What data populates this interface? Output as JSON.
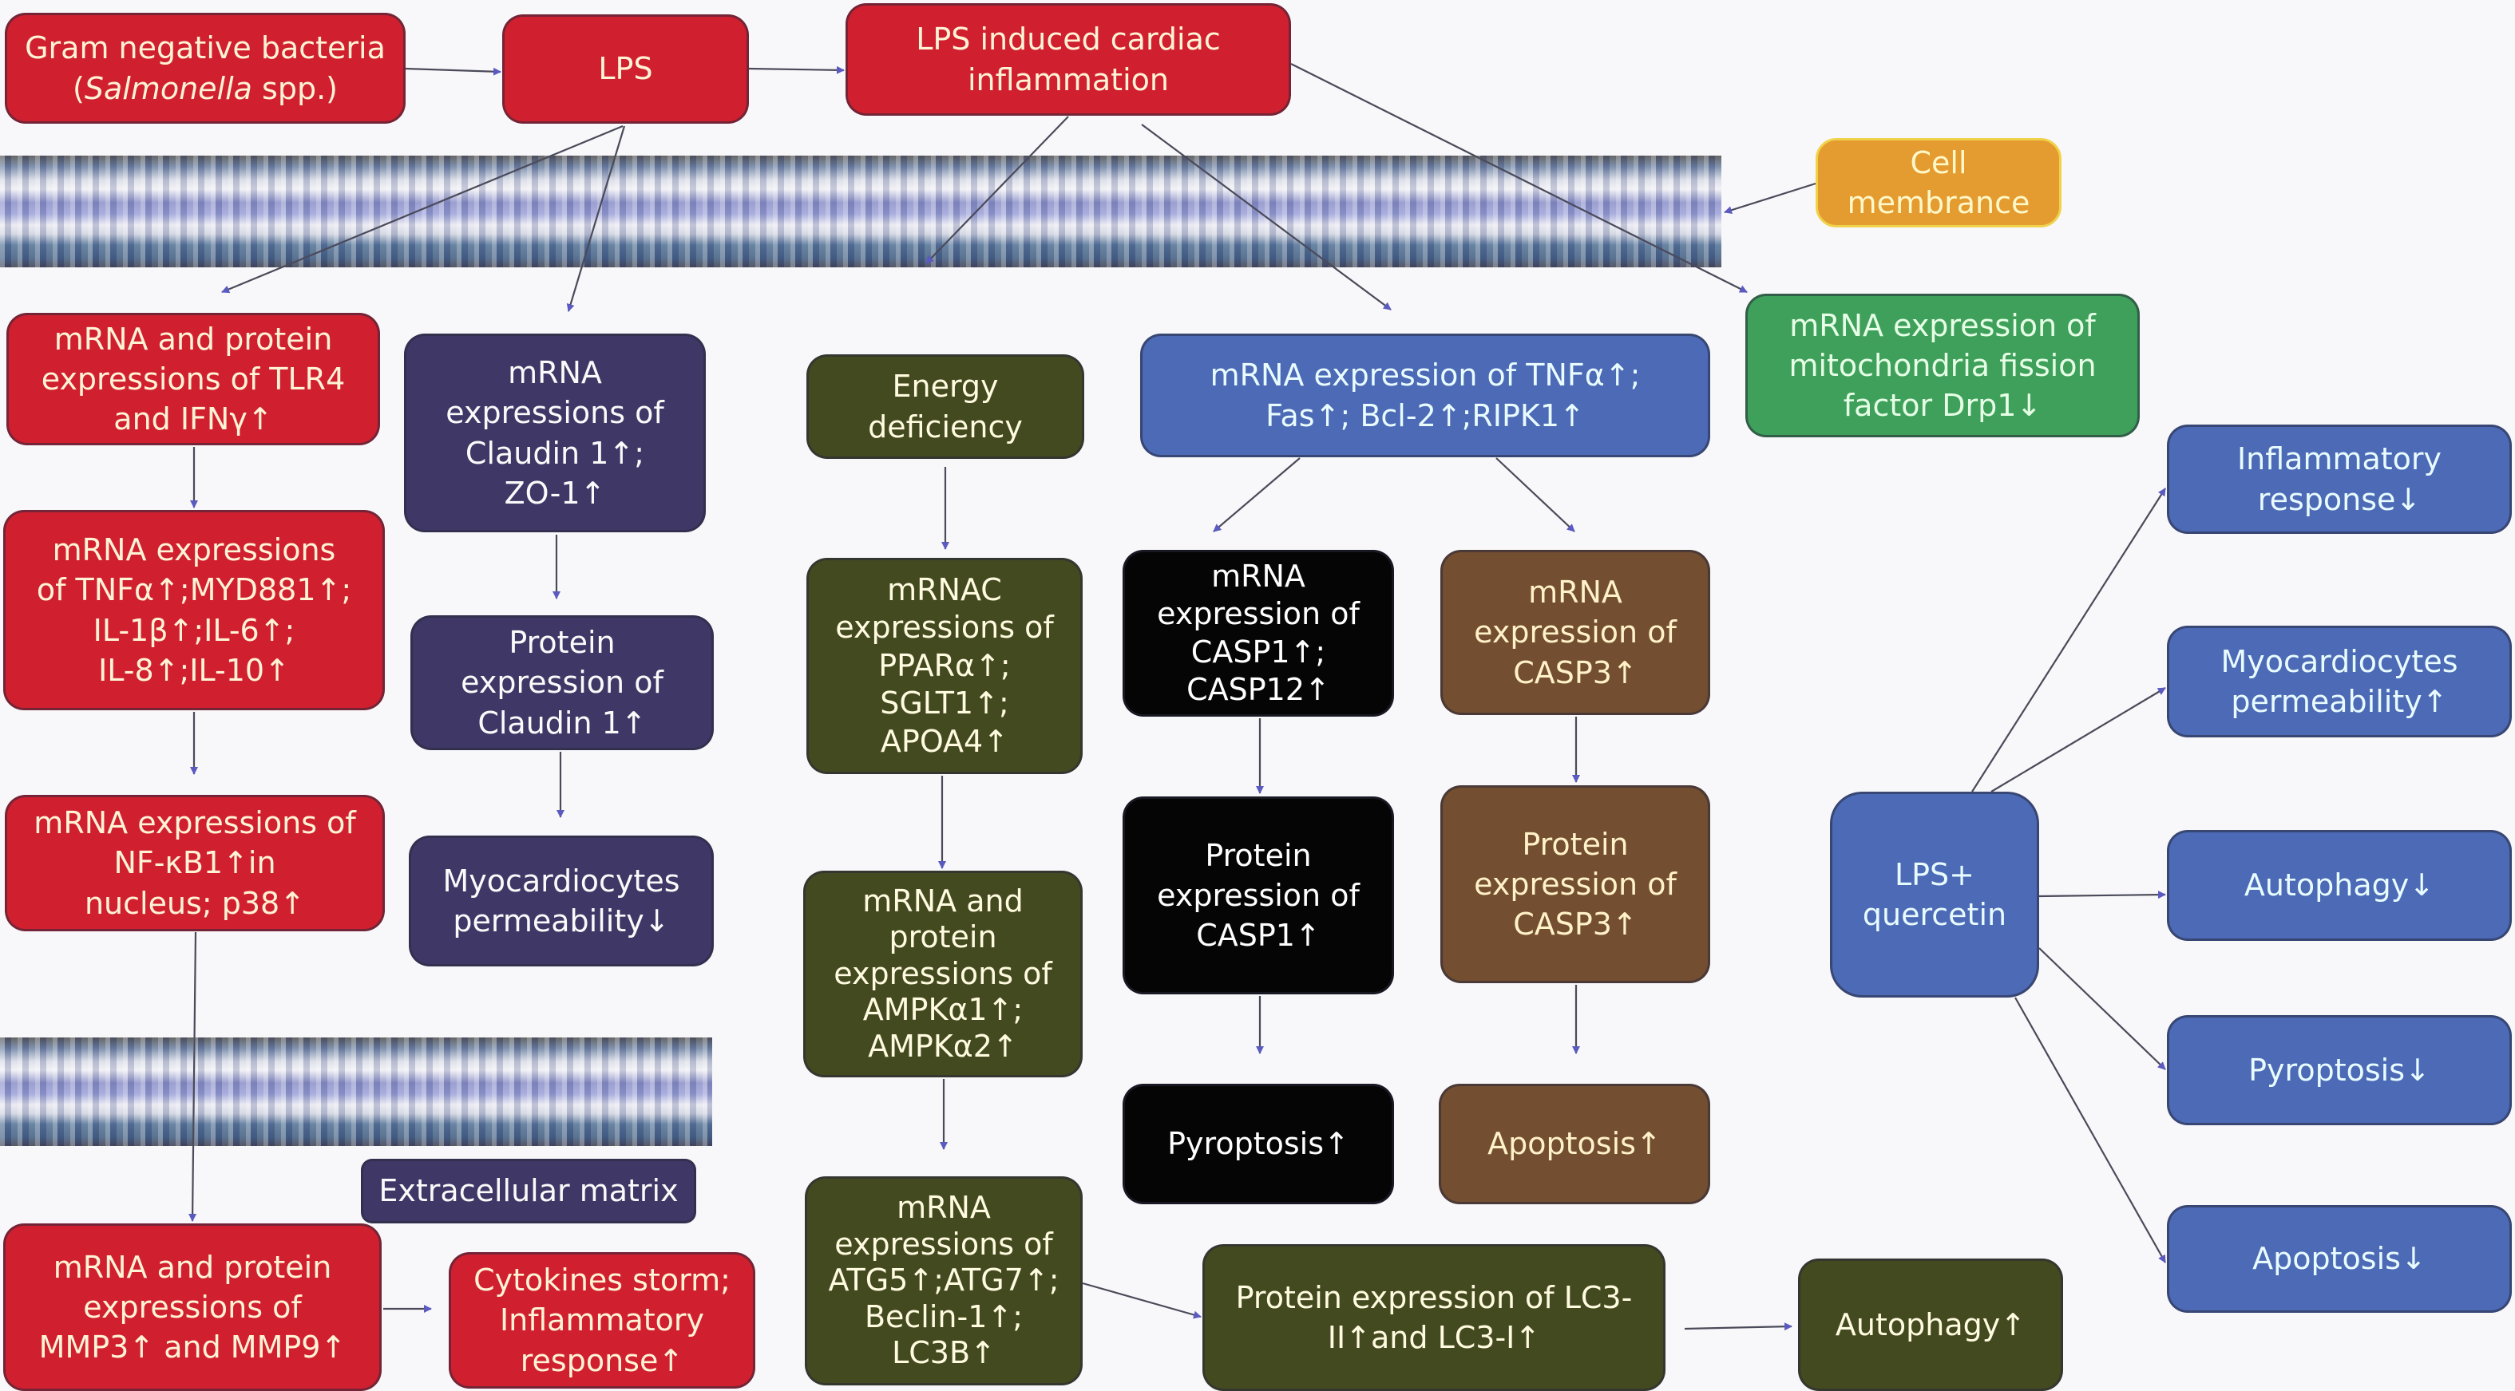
{
  "diagram": {
    "top": {
      "gram_negative": {
        "line1": "Gram negative bacteria",
        "line2_prefix": "(",
        "line2_italic": "Salmonella",
        "line2_suffix": " spp.)"
      },
      "lps": "LPS",
      "lps_cardiac": "LPS induced cardiac\ninflammation",
      "cell_membrane": "Cell\nmembrance"
    },
    "red_column": [
      "mRNA and protein\nexpressions of TLR4\nand IFNγ↑",
      "mRNA expressions\nof TNFα↑;MYD881↑;\nIL-1β↑;IL-6↑;\nIL-8↑;IL-10↑",
      "mRNA expressions of\nNF-κB1↑in\nnucleus; p38↑",
      "mRNA and protein\nexpressions of\nMMP3↑ and MMP9↑",
      "Cytokines storm;\nInflammatory\nresponse↑"
    ],
    "purple_column": [
      "mRNA\nexpressions of\nClaudin 1↑;\nZO-1↑",
      "Protein\nexpression of\nClaudin 1↑",
      "Myocardiocytes\npermeability↓",
      "Extracellular matrix"
    ],
    "olive_column": [
      "Energy\ndeficiency",
      "mRNAC\nexpressions of\nPPARα↑;\nSGLT1↑;\nAPOA4↑",
      "mRNA and\nprotein\nexpressions of\nAMPKα1↑;\nAMPKα2↑",
      "mRNA\nexpressions of\nATG5↑;ATG7↑;\nBeclin-1↑;\nLC3B↑",
      "Protein expression of LC3-\nII↑and LC3-I↑",
      "Autophagy↑"
    ],
    "death_pathways": {
      "tnf_blue": "mRNA expression of TNFα↑;\nFas↑; Bcl-2↑;RIPK1↑",
      "pyroptosis": [
        "mRNA\nexpression of\nCASP1↑;\nCASP12↑",
        "Protein\nexpression of\nCASP1↑",
        "Pyroptosis↑"
      ],
      "apoptosis": [
        "mRNA\nexpression of\nCASP3↑",
        "Protein\nexpression of\nCASP3↑",
        "Apoptosis↑"
      ]
    },
    "drp1": "mRNA expression of\nmitochondria fission\nfactor Drp1↓",
    "quercetin": {
      "source": "LPS+\nquercetin",
      "effects": [
        "Inflammatory\nresponse↓",
        "Myocardiocytes\npermeability↑",
        "Autophagy↓",
        "Pyroptosis↓",
        "Apoptosis↓"
      ]
    },
    "colors": {
      "red": "#d0202f",
      "purple": "#3f3867",
      "olive": "#444a1f",
      "blue": "#4c6ab5",
      "green": "#3ea05a",
      "orange": "#e49b2f",
      "black": "#050505",
      "brown": "#734e30",
      "arrow": "#5a5ac0",
      "line": "#4a4a5a"
    }
  }
}
